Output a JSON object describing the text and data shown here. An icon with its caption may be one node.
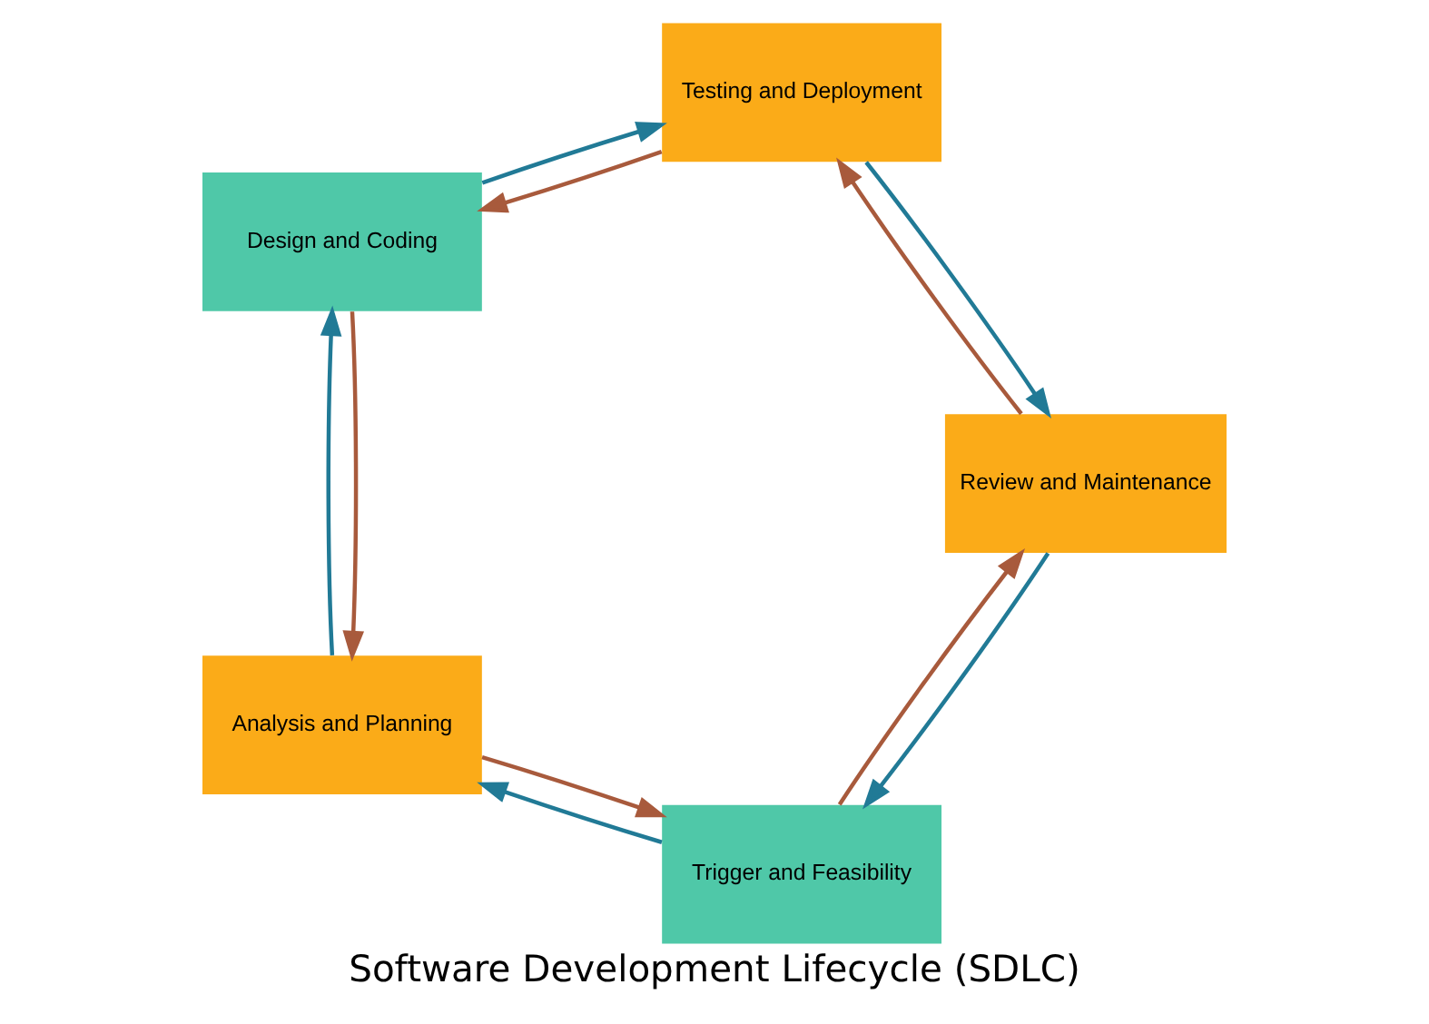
{
  "diagram": {
    "title": "Software Development Lifecycle (SDLC)",
    "nodes": [
      {
        "text": [
          "Trigger and Feasibility"
        ]
      },
      {
        "text": [
          "Analysis and Planning"
        ]
      },
      {
        "text": [
          "Design and Coding"
        ]
      },
      {
        "text": [
          "Testing and Deployment"
        ]
      },
      {
        "text": [
          "Review and Maintenance"
        ]
      }
    ],
    "edges": [
      {
        "from": 0,
        "to": 1,
        "arrow": "to",
        "color": "#217a96"
      },
      {
        "from": 1,
        "to": 2,
        "arrow": "to",
        "color": "#217a96"
      },
      {
        "from": 2,
        "to": 3,
        "arrow": "to",
        "color": "#217a96"
      },
      {
        "from": 3,
        "to": 4,
        "arrow": "to",
        "color": "#217a96"
      },
      {
        "from": 4,
        "to": 0,
        "arrow": "to",
        "color": "#217a96"
      },
      {
        "from": 1,
        "to": 0,
        "arrow": "to",
        "color": "#a85a3c"
      },
      {
        "from": 2,
        "to": 1,
        "arrow": "to",
        "color": "#a85a3c"
      },
      {
        "from": 3,
        "to": 2,
        "arrow": "to",
        "color": "#a85a3c"
      },
      {
        "from": 4,
        "to": 3,
        "arrow": "to",
        "color": "#a85a3c"
      },
      {
        "from": 0,
        "to": 4,
        "arrow": "to",
        "color": "#a85a3c"
      }
    ]
  }
}
